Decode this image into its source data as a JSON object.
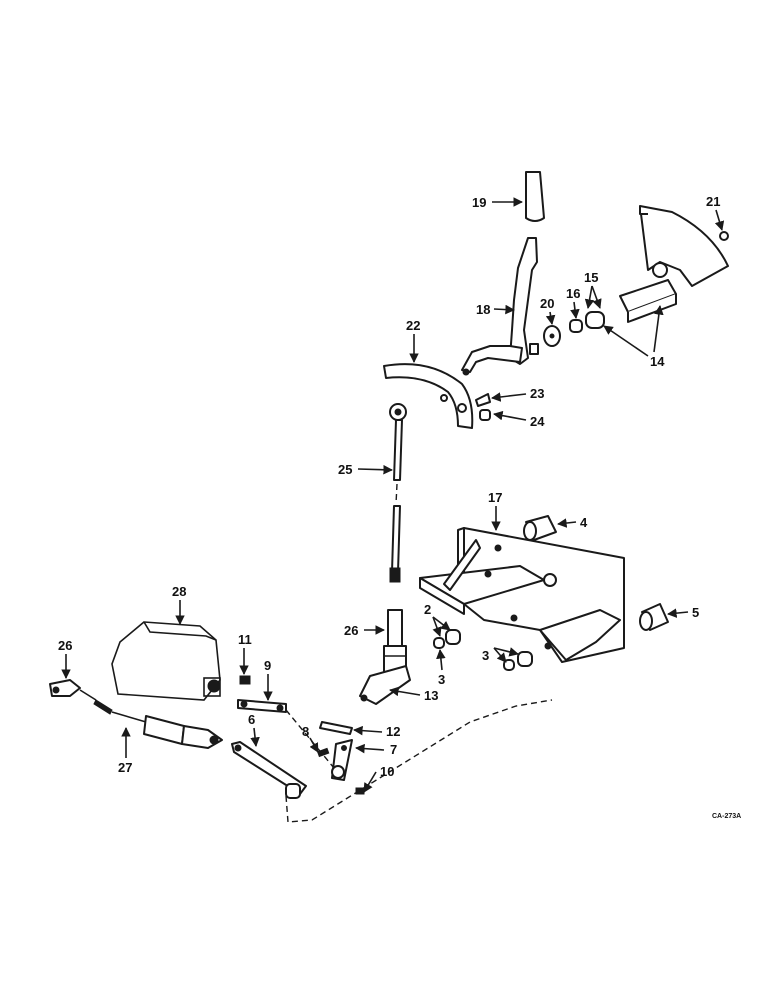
{
  "drawing_code": "CA-273A",
  "callouts": [
    "2",
    "3",
    "3",
    "4",
    "5",
    "6",
    "7",
    "8",
    "9",
    "10",
    "11",
    "12",
    "13",
    "14",
    "15",
    "16",
    "17",
    "19",
    "18",
    "20",
    "21",
    "22",
    "23",
    "24",
    "25",
    "26",
    "26",
    "27",
    "28"
  ]
}
